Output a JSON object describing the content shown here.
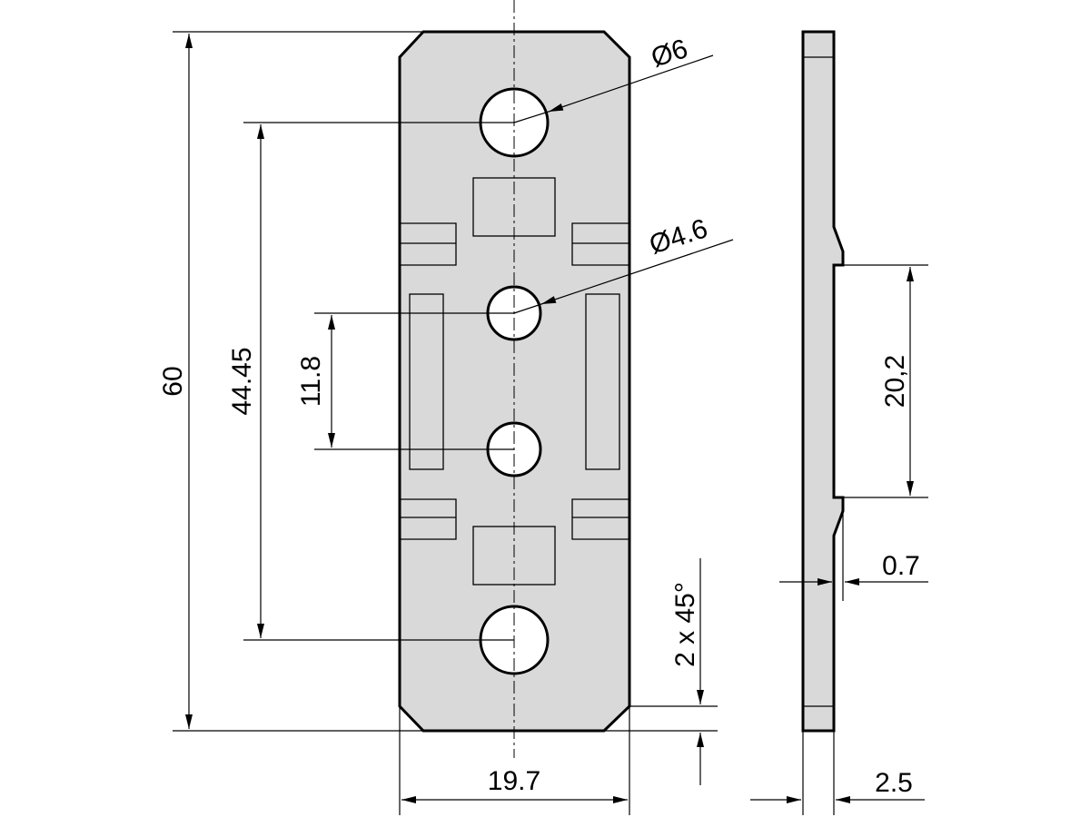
{
  "labels": {
    "overall_length": "60",
    "outer_hole_pitch": "44.45",
    "inner_hole_pitch": "11.8",
    "large_hole_diameter": "Ø6",
    "small_hole_diameter": "Ø4.6",
    "chamfer": "2 x 45°",
    "width": "19.7",
    "recess_length": "20,2",
    "recess_depth": "0.7",
    "thickness": "2.5"
  }
}
